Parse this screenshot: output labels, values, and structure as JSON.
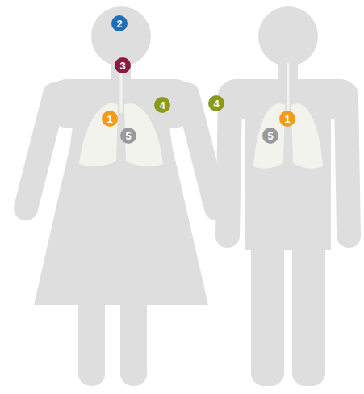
{
  "diagram": {
    "labels": [
      "2",
      "3",
      "4",
      "1",
      "5",
      "4",
      "1",
      "5"
    ]
  }
}
